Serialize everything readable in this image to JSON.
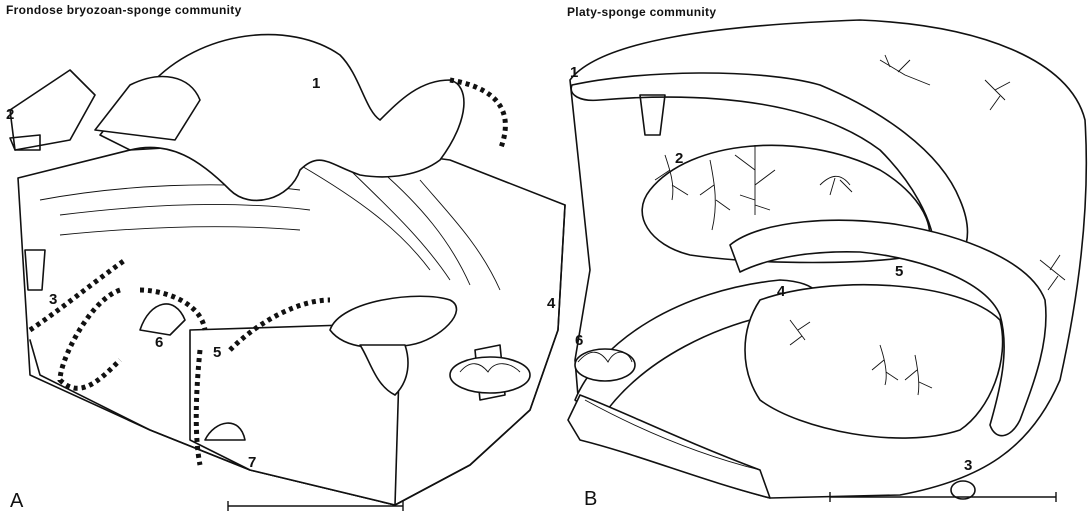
{
  "panel_a": {
    "title": "Frondose bryozoan-sponge community",
    "letter": "A",
    "labels": [
      "1",
      "2",
      "3",
      "4",
      "5",
      "6",
      "7"
    ]
  },
  "panel_b": {
    "title": "Platy-sponge community",
    "letter": "B",
    "labels": [
      "1",
      "2",
      "3",
      "4",
      "5",
      "6"
    ]
  }
}
